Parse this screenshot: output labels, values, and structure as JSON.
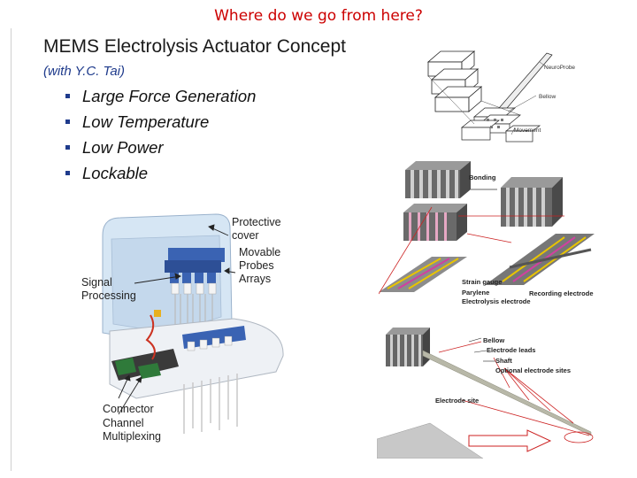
{
  "slide": {
    "title": "Where do we go from here?",
    "heading": "MEMS Electrolysis Actuator Concept",
    "subtitle": "(with Y.C. Tai)",
    "bullets": [
      "Large Force Generation",
      "Low Temperature",
      "Low Power",
      "Lockable"
    ]
  },
  "figures": {
    "actuator": {
      "labels": {
        "neuroprobe": "NeuroProbe",
        "bellow": "Bellow",
        "movement": "Movement"
      }
    },
    "device": {
      "labels": {
        "protective_cover": "Protective\ncover",
        "movable_probes": "Movable\nProbes\nArrays",
        "signal_processing": "Signal\nProcessing",
        "connector": "Connector",
        "channel_multiplexing": "Channel\nMultiplexing"
      }
    },
    "bonding": {
      "labels": {
        "bonding": "Bonding",
        "strain_gauge": "Strain gauge",
        "parylene": "Parylene",
        "electrolysis_electrode": "Electrolysis electrode",
        "recording_electrode": "Recording electrode"
      }
    },
    "probe": {
      "labels": {
        "bellow": "Bellow",
        "electrode_leads": "Electrode leads",
        "shaft": "Shaft",
        "optional_sites": "Optional electrode sites",
        "electrode_site": "Electrode site"
      }
    }
  },
  "colors": {
    "title": "#cc0000",
    "subtitle": "#1f3b8c",
    "probe_blue": "#3a63b3",
    "arrow_red": "#cc2222"
  }
}
